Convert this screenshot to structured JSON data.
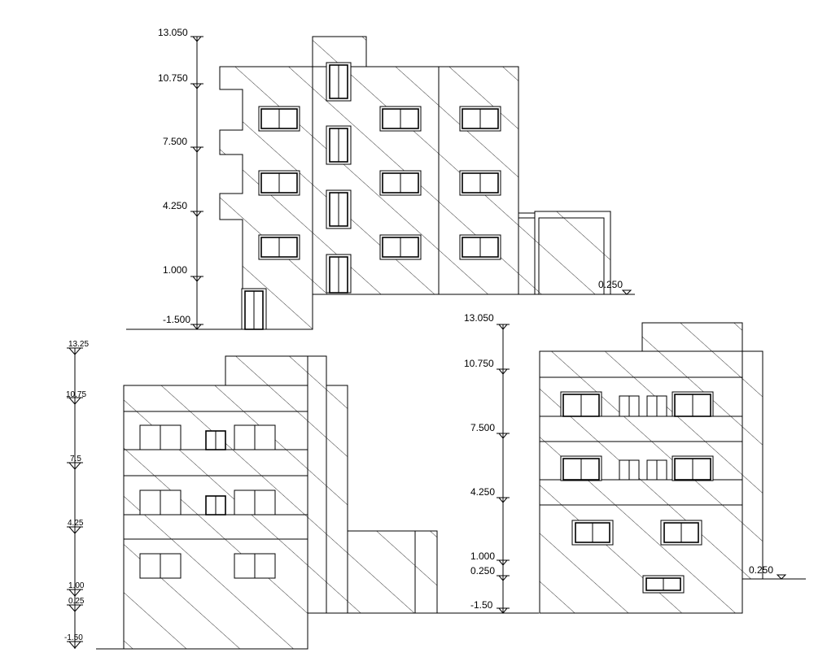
{
  "elevation_top": {
    "levels": [
      "13.050",
      "10.750",
      "7.500",
      "4.250",
      "1.000",
      "-1.500"
    ],
    "side_level": "0.250"
  },
  "elevation_bottom_left": {
    "levels": [
      "13.25",
      "10.75",
      "7.5",
      "4.25",
      "1.00",
      "0.25",
      "-1.50"
    ]
  },
  "elevation_bottom_right": {
    "levels": [
      "13.050",
      "10.750",
      "7.500",
      "4.250",
      "1.000",
      "0.250",
      "-1.50"
    ],
    "side_level": "0.250"
  }
}
